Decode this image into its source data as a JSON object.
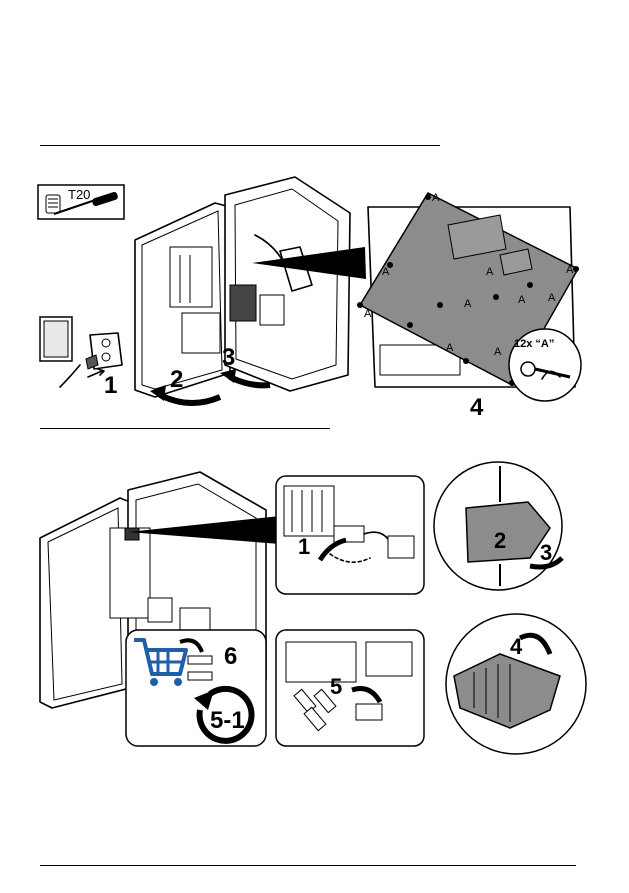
{
  "figure1": {
    "tool_label": "T20",
    "screw_count_label": "12x “A”",
    "screw_marker": "A",
    "steps": [
      "1",
      "2",
      "3",
      "4"
    ]
  },
  "figure2": {
    "steps": [
      "1",
      "2",
      "3",
      "4",
      "5",
      "6",
      "5-1"
    ]
  },
  "icons": [
    "screwdriver-icon",
    "power-outlet-icon",
    "shopping-cart-icon",
    "repeat-arrow-icon"
  ],
  "colors": {
    "cover_gray": "#8c8c8c",
    "cart_blue": "#1f5fa8"
  }
}
